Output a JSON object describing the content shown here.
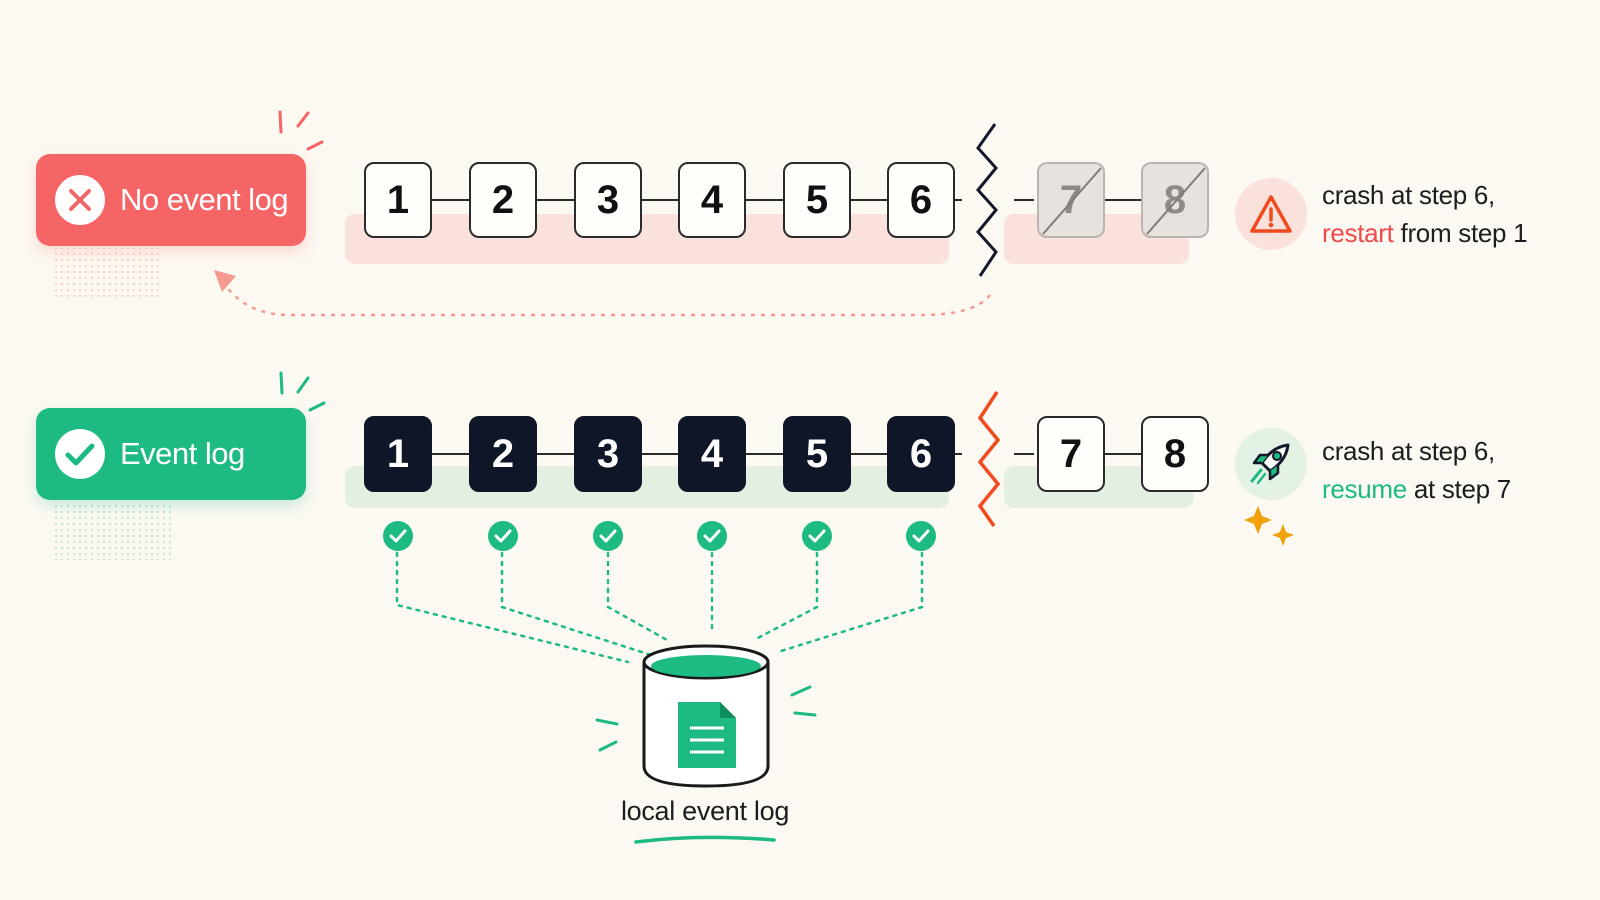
{
  "rows": {
    "no_log": {
      "badge_label": "No event log",
      "steps": [
        "1",
        "2",
        "3",
        "4",
        "5",
        "6",
        "7",
        "8"
      ],
      "message_line1": "crash at step 6,",
      "message_highlight": "restart",
      "message_rest": " from step 1"
    },
    "with_log": {
      "badge_label": "Event log",
      "steps": [
        "1",
        "2",
        "3",
        "4",
        "5",
        "6",
        "7",
        "8"
      ],
      "message_line1": "crash at step 6,",
      "message_highlight": "resume",
      "message_rest": " at step 7"
    }
  },
  "storage": {
    "label": "local event log"
  },
  "icons": {
    "no_log_badge": "x-circle-icon",
    "with_log_badge": "check-circle-icon",
    "crash_warning": "warning-triangle-icon",
    "resume": "rocket-icon",
    "step_saved": "check-icon",
    "storage": "database-icon",
    "document": "document-icon"
  },
  "colors": {
    "background": "#fcf9f2",
    "failure": "#f56565",
    "failure_text": "#f0494a",
    "success": "#1dbb82",
    "step_dark": "#0e1628",
    "crash_bolt": "#f04a1d",
    "sparkle": "#f0a20a"
  }
}
